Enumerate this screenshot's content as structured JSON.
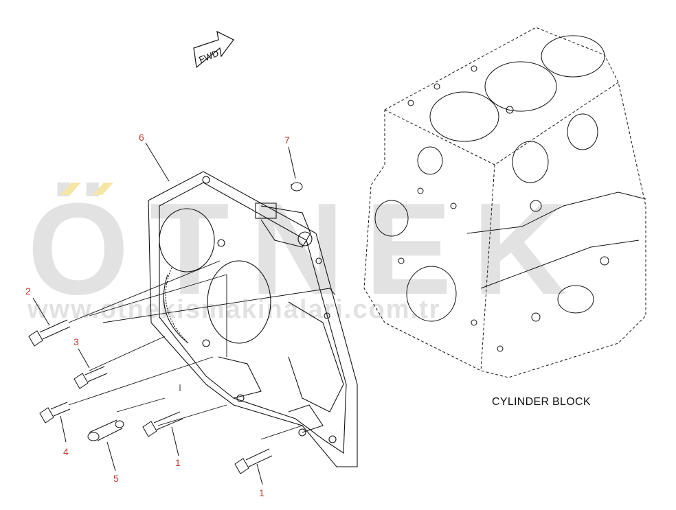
{
  "diagram": {
    "block_label": "CYLINDER BLOCK",
    "fwd_label": "FWD",
    "callouts": [
      "6",
      "7",
      "2",
      "3",
      "4",
      "5",
      "1",
      "1"
    ]
  },
  "watermark": {
    "logo_text": "ÖTNEK",
    "url_text": "www.otnekismakinalari.com.tr"
  },
  "colors": {
    "callout": "#c0392b",
    "line": "#111111",
    "watermark_gray": "#bdbdbd",
    "watermark_accent": "#f5e6a8"
  }
}
